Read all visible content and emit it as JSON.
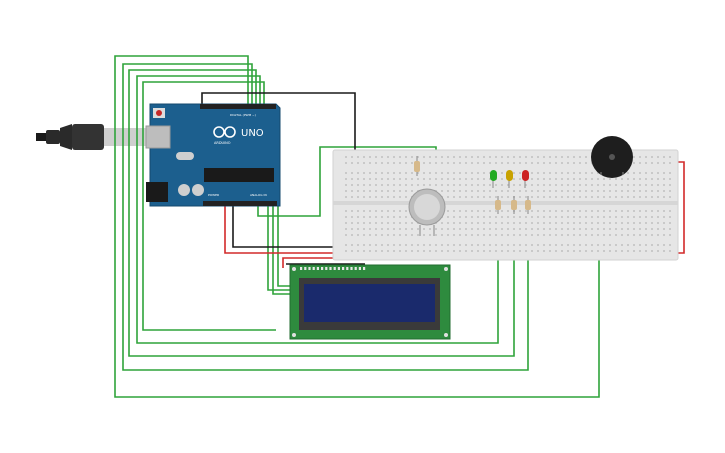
{
  "canvas": {
    "background": "#ffffff"
  },
  "arduino": {
    "brand": "UNO",
    "subbrand": "ARDUINO",
    "header_top_label": "DIGITAL (PWM ~)",
    "power_label": "POWER",
    "analog_label": "ANALOG IN",
    "board_color": "#1c5f8e"
  },
  "lcd": {
    "screen_color": "#1a2a6c",
    "pcb_color": "#2e8b3e"
  },
  "breadboard": {
    "color": "#e6e6e6"
  },
  "leds": [
    {
      "name": "green-led",
      "color": "#22aa22"
    },
    {
      "name": "yellow-led",
      "color": "#c8a200"
    },
    {
      "name": "red-led",
      "color": "#cc2222"
    }
  ],
  "wire_colors": {
    "green": "#2fa33a",
    "black": "#1a1a1a",
    "red": "#d22a2a"
  }
}
